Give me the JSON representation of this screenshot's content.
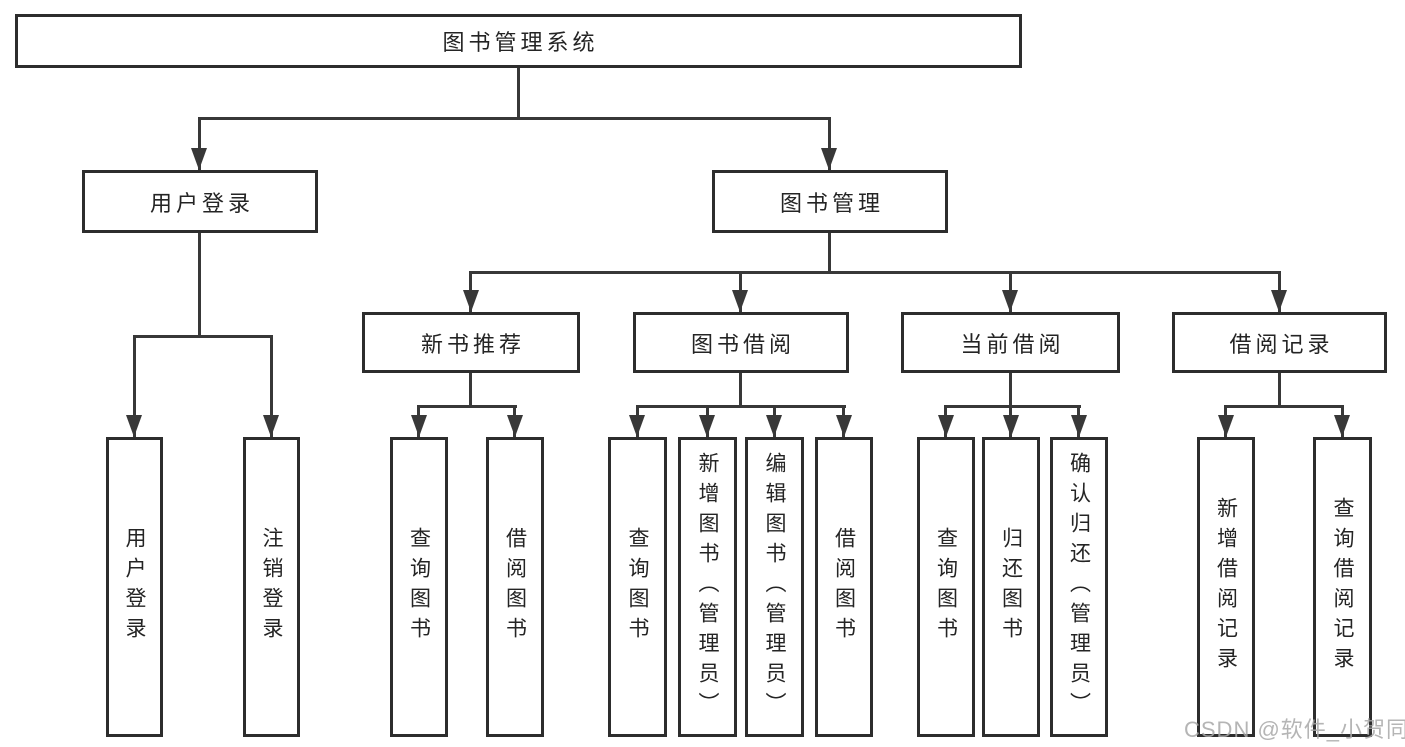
{
  "diagram": {
    "title": "图书管理系统",
    "branches": [
      {
        "label": "用户登录",
        "leaves": [
          "用户登录",
          "注销登录"
        ]
      },
      {
        "label": "图书管理",
        "groups": [
          {
            "label": "新书推荐",
            "leaves": [
              "查询图书",
              "借阅图书"
            ]
          },
          {
            "label": "图书借阅",
            "leaves": [
              "查询图书",
              "新增图书（管理员）",
              "编辑图书（管理员）",
              "借阅图书"
            ]
          },
          {
            "label": "当前借阅",
            "leaves": [
              "查询图书",
              "归还图书",
              "确认归还（管理员）"
            ]
          },
          {
            "label": "借阅记录",
            "leaves": [
              "新增借阅记录",
              "查询借阅记录"
            ]
          }
        ]
      }
    ]
  },
  "watermark": {
    "text": "CSDN @软件_小贺同学"
  },
  "colors": {
    "line": "#383838",
    "box_border": "#2d2d2d",
    "box_background": "#ffffff",
    "text": "#242424",
    "watermark": "#a8a8a8",
    "page_background": "#ffffff"
  }
}
